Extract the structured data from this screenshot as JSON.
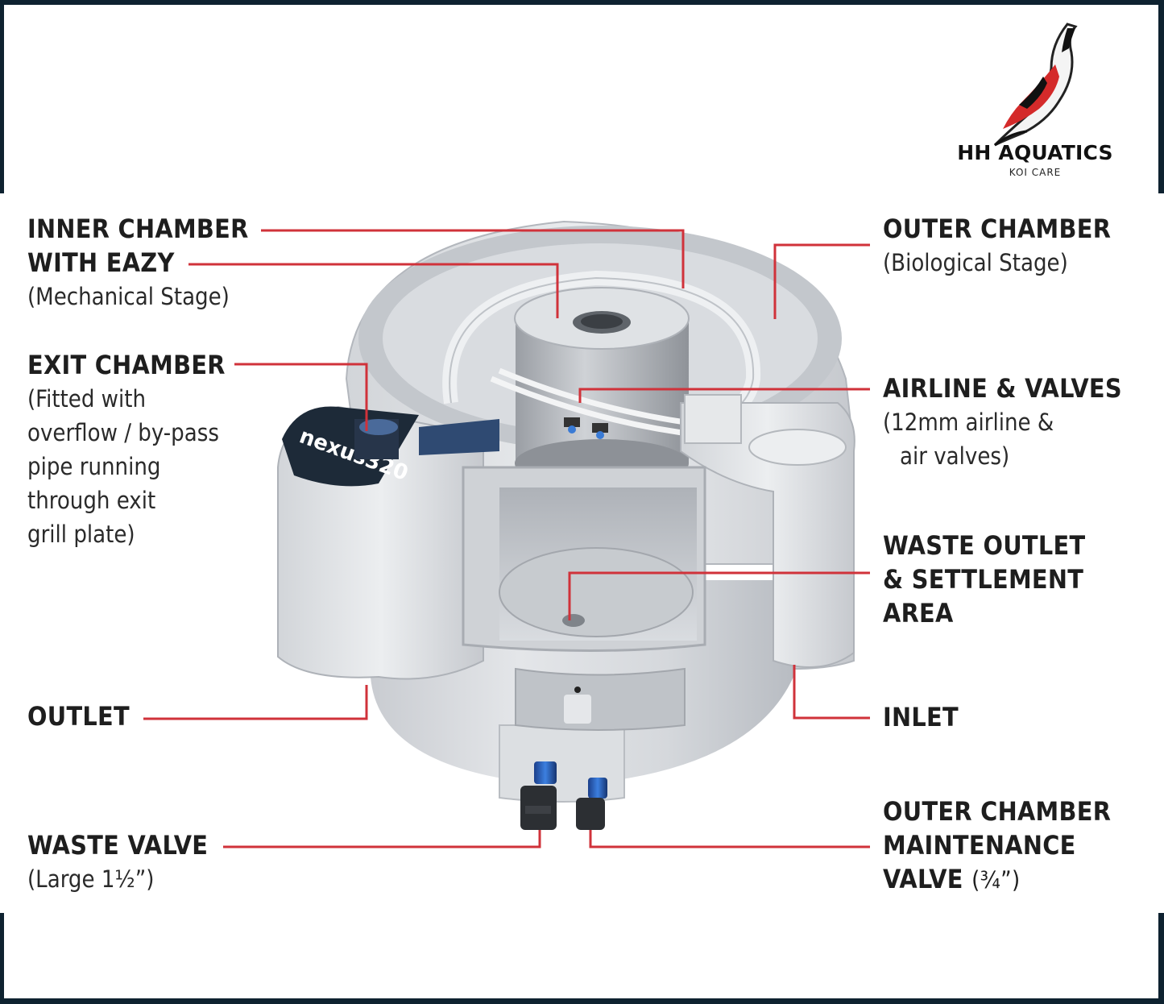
{
  "brand": {
    "name": "HH AQUATICS",
    "tagline": "KOI CARE",
    "colors": {
      "red": "#d42a2a",
      "black": "#111111"
    }
  },
  "product_badge": {
    "name": "nexus320"
  },
  "callout_color": "#d0323a",
  "border_color": "#0e2230",
  "callouts": {
    "inner_chamber": {
      "title_line1": "INNER CHAMBER",
      "title_line2": "WITH EAZY",
      "sub": "(Mechanical Stage)"
    },
    "exit_chamber": {
      "title": "EXIT CHAMBER",
      "sub1": "(Fitted with",
      "sub2": "overflow / by-pass",
      "sub3": "pipe running",
      "sub4": "through exit",
      "sub5": "grill plate)"
    },
    "outlet": {
      "title": "OUTLET"
    },
    "waste_valve": {
      "title": "WASTE VALVE",
      "sub": "(Large 1½”)"
    },
    "outer_chamber": {
      "title": "OUTER CHAMBER",
      "sub": "(Biological Stage)"
    },
    "airline": {
      "title": "AIRLINE & VALVES",
      "sub1": "(12mm airline &",
      "sub2": "air valves)"
    },
    "waste_outlet": {
      "title1": "WASTE OUTLET",
      "title2": "& SETTLEMENT",
      "title3": "AREA"
    },
    "inlet": {
      "title": "INLET"
    },
    "maintenance_valve": {
      "title1": "OUTER CHAMBER",
      "title2": "MAINTENANCE",
      "title3": "VALVE",
      "size": "(¾”)"
    }
  }
}
